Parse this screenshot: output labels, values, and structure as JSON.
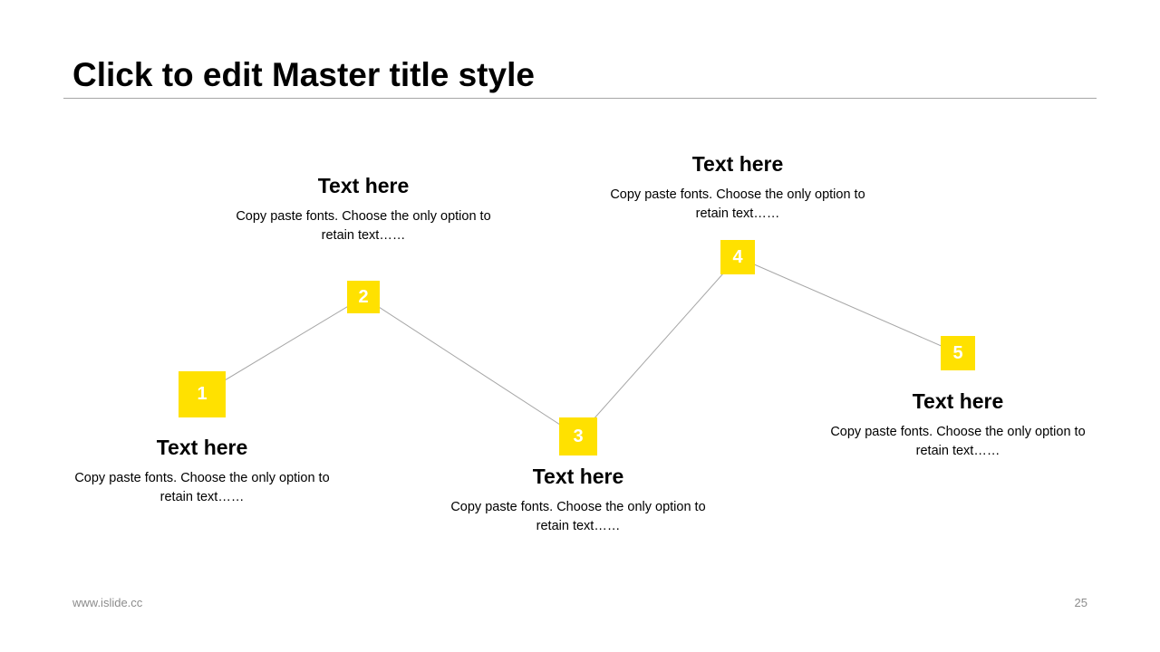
{
  "title": "Click to edit Master title style",
  "steps": [
    {
      "number": "1",
      "heading": "Text here",
      "body": "Copy paste fonts. Choose the only option to retain text……"
    },
    {
      "number": "2",
      "heading": "Text here",
      "body": "Copy paste fonts. Choose the only option to retain text……"
    },
    {
      "number": "3",
      "heading": "Text here",
      "body": "Copy paste fonts. Choose the only option to retain text……"
    },
    {
      "number": "4",
      "heading": "Text here",
      "body": "Copy paste fonts. Choose the only option to retain text……"
    },
    {
      "number": "5",
      "heading": "Text here",
      "body": "Copy paste fonts. Choose the only option to retain text……"
    }
  ],
  "footer": {
    "url": "www.islide.cc",
    "page": "25"
  },
  "colors": {
    "marker": "#ffe100",
    "connector": "#a6a6a6"
  }
}
